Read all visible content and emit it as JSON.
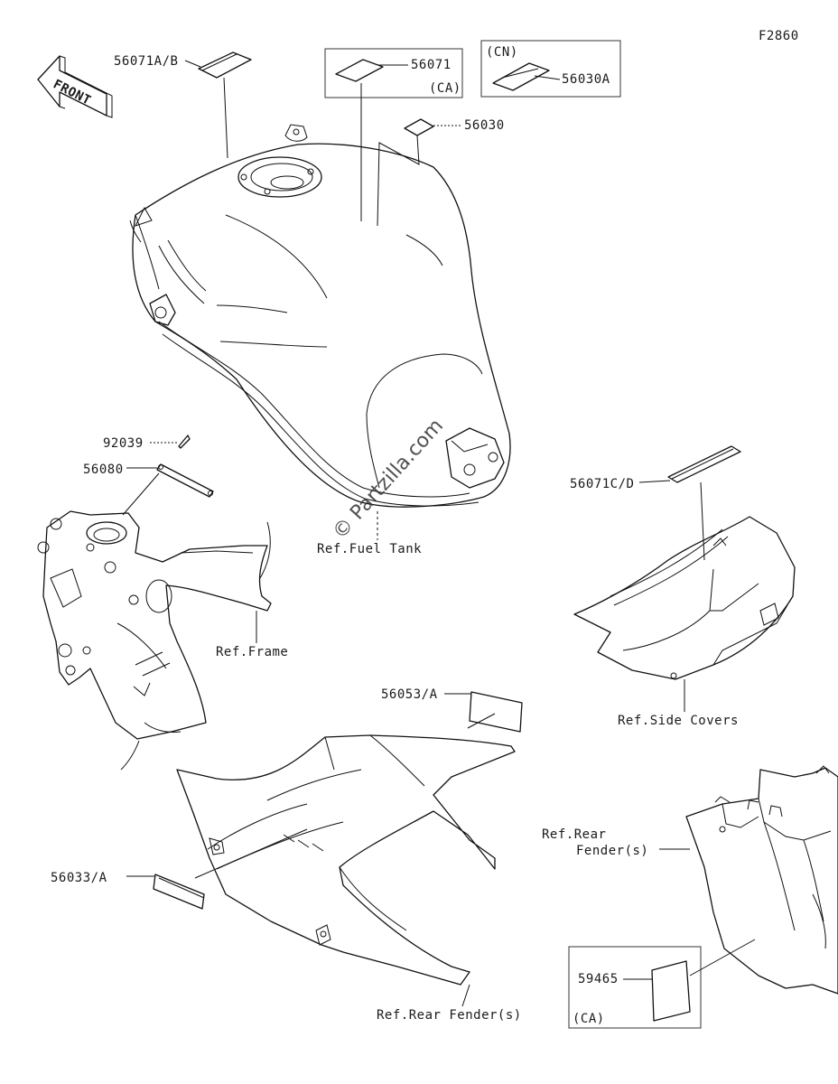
{
  "figure_code": "F2860",
  "front_arrow": {
    "label": "FRONT",
    "icon": "front-direction-arrow-icon"
  },
  "watermark": "© Partzilla.com",
  "callouts": {
    "p56071ab": "56071A/B",
    "p56071": "56071",
    "p56071_region": "(CA)",
    "p56030a_region": "(CN)",
    "p56030a": "56030A",
    "p56030": "56030",
    "p92039": "92039",
    "p56080": "56080",
    "p56071cd": "56071C/D",
    "p56053": "56053/A",
    "p56033": "56033/A",
    "p59465": "59465",
    "p59465_region": "(CA)"
  },
  "references": {
    "fuel_tank": "Ref.Fuel Tank",
    "frame": "Ref.Frame",
    "side_covers": "Ref.Side Covers",
    "rear_fender_upper_1": "Ref.Rear",
    "rear_fender_upper_2": "Fender(s)",
    "rear_fender_lower": "Ref.Rear Fender(s)"
  }
}
